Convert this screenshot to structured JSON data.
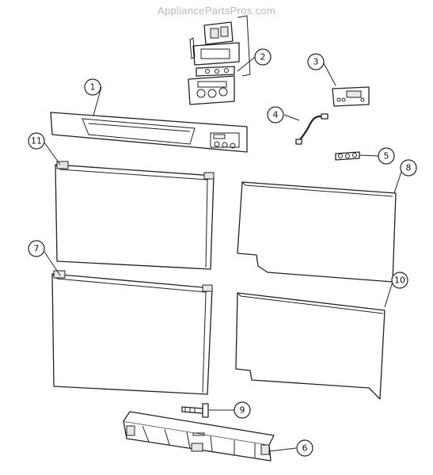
{
  "watermark": "AppliancePartsPros.com",
  "callouts": [
    "1",
    "2",
    "3",
    "4",
    "5",
    "6",
    "7",
    "8",
    "9",
    "10",
    "11"
  ]
}
